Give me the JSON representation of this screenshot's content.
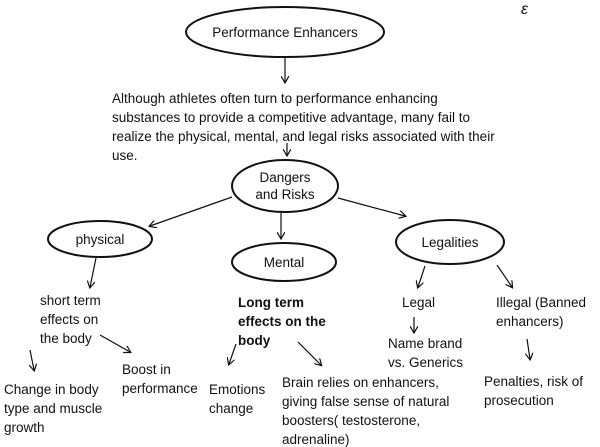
{
  "colors": {
    "ink": "#111111",
    "background": "#ffffff"
  },
  "corner_mark": "ε",
  "nodes": {
    "root": "Performance Enhancers",
    "dangers": [
      "Dangers",
      "and Risks"
    ],
    "physical": "physical",
    "mental": "Mental",
    "legalities": "Legalities"
  },
  "intro": [
    "Although athletes often turn to performance enhancing",
    "substances to provide a competitive advantage, many fail to",
    "realize the physical, mental, and legal risks associated with their",
    "use."
  ],
  "physical_branch": {
    "short_term": [
      "short term",
      "effects  on",
      "the body"
    ],
    "change": [
      "Change in body",
      "type and muscle",
      "growth"
    ],
    "boost": [
      "Boost in",
      "performance"
    ]
  },
  "mental_branch": {
    "long_term": [
      "Long term",
      "effects  on the",
      "body"
    ],
    "emotions": [
      "Emotions",
      "change"
    ],
    "brain": [
      "Brain relies on enhancers,",
      "giving false sense of natural",
      "boosters( testosterone,",
      "adrenaline)"
    ]
  },
  "legal_branch": {
    "legal": "Legal",
    "name_brand": [
      "Name brand",
      "vs. Generics"
    ],
    "illegal": [
      "Illegal (Banned",
      "enhancers)"
    ],
    "penalties": [
      "Penalties, risk of",
      "prosecution"
    ]
  }
}
